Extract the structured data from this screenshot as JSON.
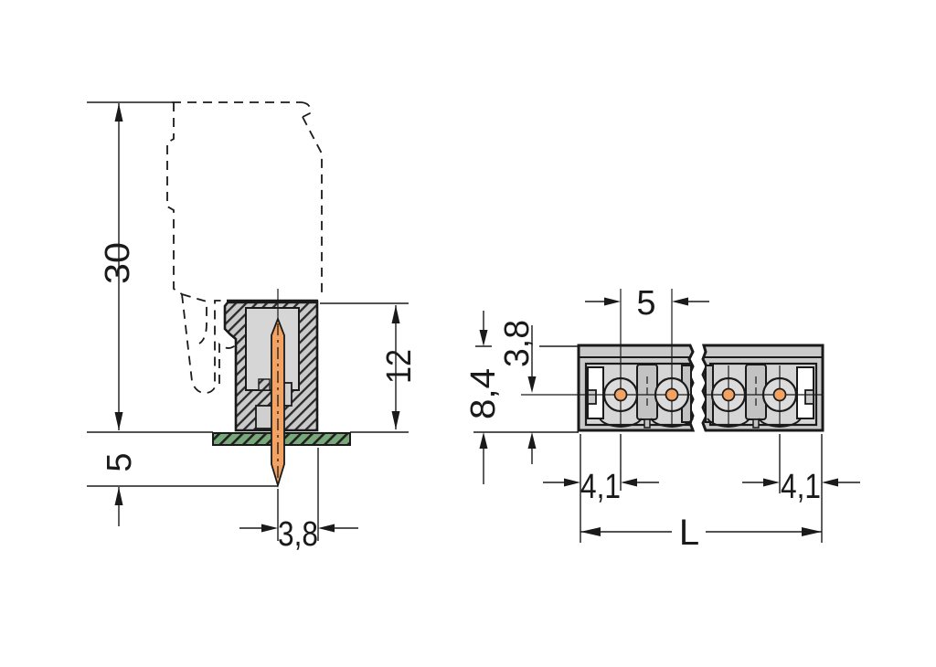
{
  "title": "Male header connector dimension drawing",
  "side_view": {
    "label_total_height": "30",
    "label_pin_length_below_board": "5",
    "label_body_height": "12",
    "label_pin_center_to_edge": "3,8"
  },
  "top_view": {
    "label_pin_pitch": "5",
    "label_pin_center_to_front_edge": "3,8",
    "label_body_depth": "8,4",
    "label_left_edge_to_first_pin": "4,1",
    "label_last_pin_to_right_edge": "4,1",
    "label_total_length": "L"
  },
  "colors": {
    "ink": "#1a1a1a",
    "body_gray": "#cacaca",
    "cavity_gray": "#d6d6d6",
    "circle_gray": "#dcdcdc",
    "separator_gray": "#c3c3c3",
    "pin_orange": "#f2a263",
    "pcb_green": "#79a87b",
    "background": "#ffffff"
  }
}
